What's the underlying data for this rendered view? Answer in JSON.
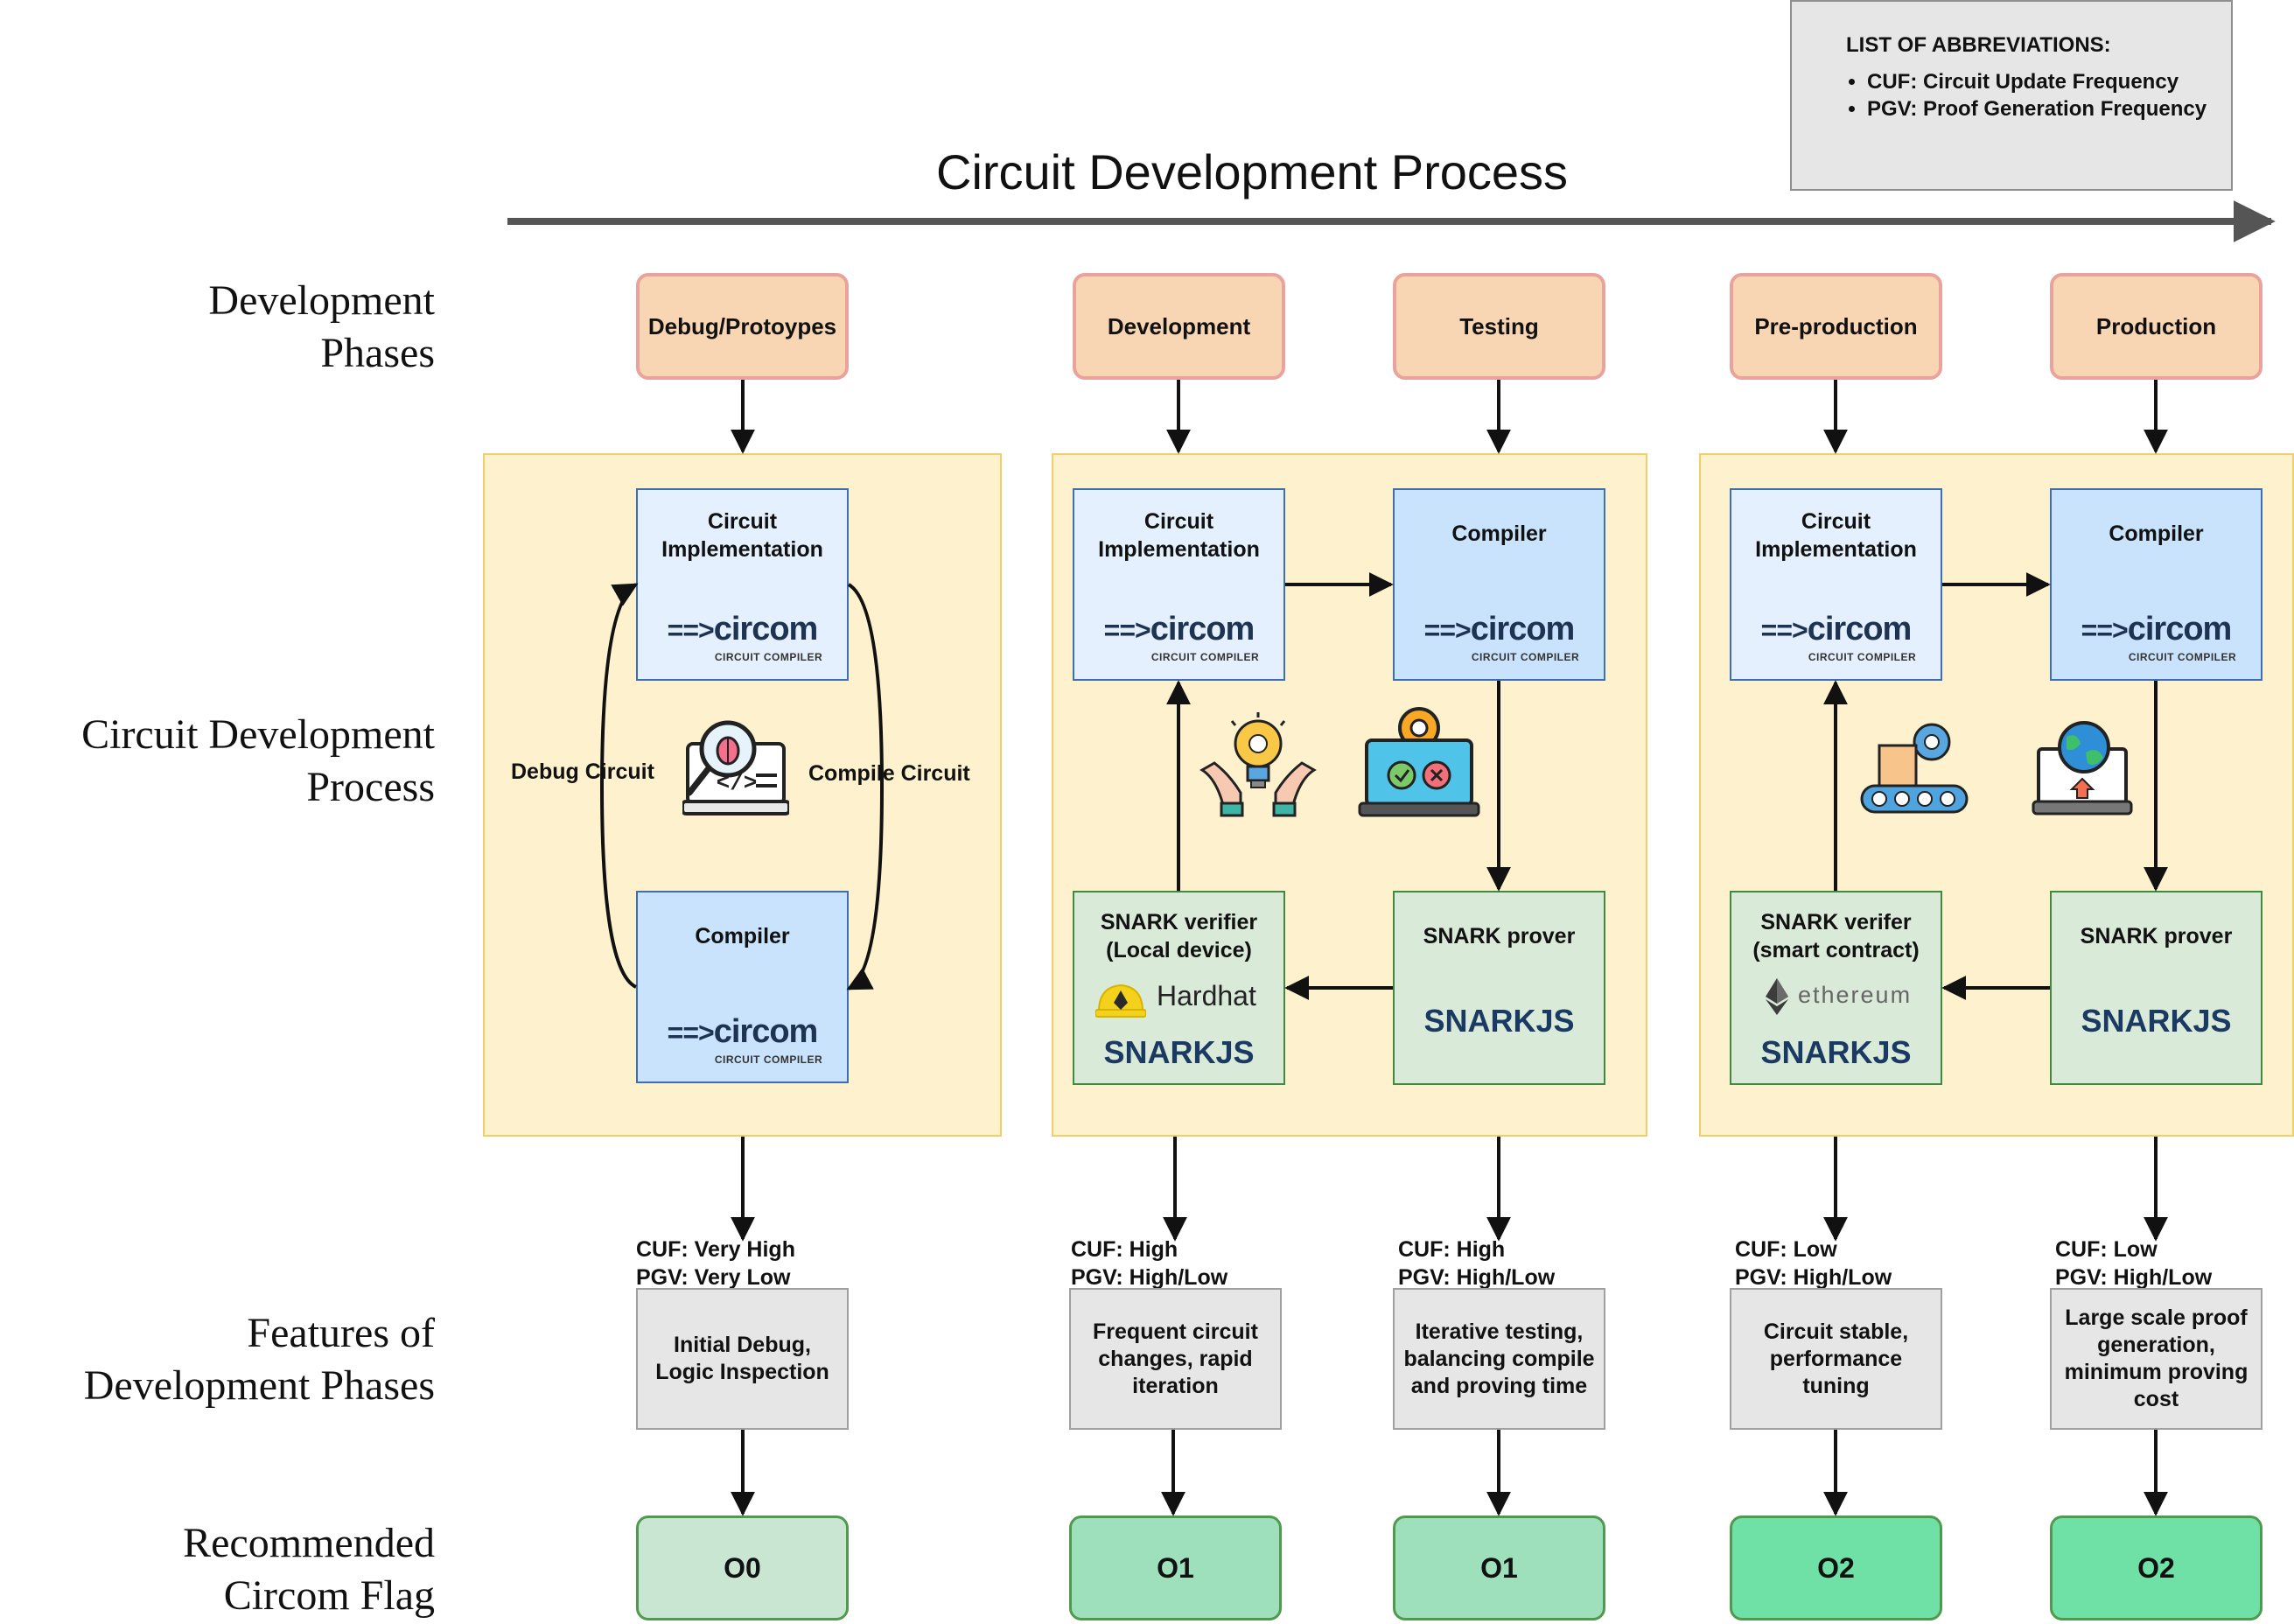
{
  "title": "Circuit Development Process",
  "abbreviations": {
    "heading": "LIST OF ABBREVIATIONS:",
    "items": [
      "CUF: Circuit Update Frequency",
      "PGV: Proof Generation Frequency"
    ]
  },
  "row_labels": {
    "phases": [
      "Development",
      "Phases"
    ],
    "process": [
      "Circuit Development",
      "Process"
    ],
    "features": [
      "Features of",
      "Development Phases"
    ],
    "flag": [
      "Recommended",
      "Circom Flag"
    ]
  },
  "phases": [
    "Debug/Protoypes",
    "Development",
    "Testing",
    "Pre-production",
    "Production"
  ],
  "blocks": {
    "circuit_impl": "Circuit\nImplementation",
    "compiler": "Compiler",
    "circom_arrow": "==>",
    "circom_word": "circom",
    "circom_sub": "CIRCUIT COMPILER",
    "snark_verifier_local": "SNARK verifier\n(Local device)",
    "snark_verifier_contract": "SNARK verifer\n(smart contract)",
    "snark_prover": "SNARK prover",
    "snarkjs": "SNARKJS",
    "hardhat": "Hardhat",
    "ethereum": "ethereum",
    "debug_circuit": "Debug Circuit",
    "compile_circuit": "Compile Circuit"
  },
  "metrics": [
    {
      "cuf": "CUF: Very High",
      "pgv": "PGV: Very Low"
    },
    {
      "cuf": "CUF: High",
      "pgv": "PGV: High/Low"
    },
    {
      "cuf": "CUF: High",
      "pgv": "PGV: High/Low"
    },
    {
      "cuf": "CUF: Low",
      "pgv": "PGV: High/Low"
    },
    {
      "cuf": "CUF: Low",
      "pgv": "PGV: High/Low"
    }
  ],
  "features": [
    "Initial Debug,\nLogic Inspection",
    "Frequent circuit\nchanges, rapid\niteration",
    "Iterative testing,\nbalancing compile\nand proving time",
    "Circuit stable,\nperformance\ntuning",
    "Large scale proof\ngeneration,\nminimum proving\ncost"
  ],
  "flags": [
    "O0",
    "O1",
    "O1",
    "O2",
    "O2"
  ],
  "colors": {
    "phase_fill": "#f8d5b3",
    "panel_fill": "#fef1cd",
    "flag_fills": [
      "#c9e6d3",
      "#9ee0bb",
      "#9ee0bb",
      "#6fe0a6",
      "#6fe0a6"
    ]
  }
}
